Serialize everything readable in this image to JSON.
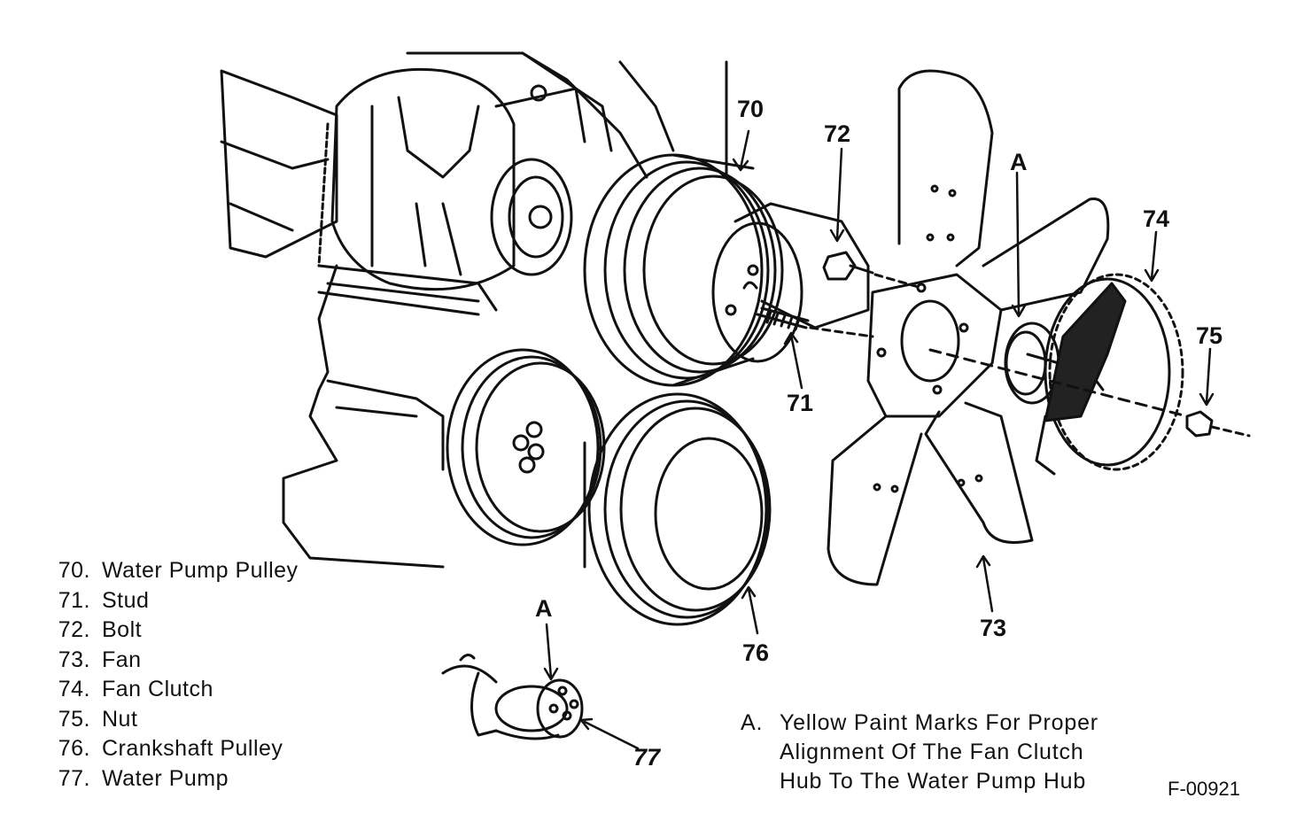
{
  "callouts": {
    "c70": "70",
    "c71": "71",
    "c72": "72",
    "c73": "73",
    "c74": "74",
    "c75": "75",
    "c76": "76",
    "c77": "77",
    "cA_top": "A",
    "cA_inset": "A"
  },
  "legend": [
    {
      "num": "70.",
      "label": "Water Pump Pulley"
    },
    {
      "num": "71.",
      "label": "Stud"
    },
    {
      "num": "72.",
      "label": "Bolt"
    },
    {
      "num": "73.",
      "label": "Fan"
    },
    {
      "num": "74.",
      "label": "Fan Clutch"
    },
    {
      "num": "75.",
      "label": "Nut"
    },
    {
      "num": "76.",
      "label": "Crankshaft Pulley"
    },
    {
      "num": "77.",
      "label": "Water Pump"
    }
  ],
  "note": {
    "letter": "A.",
    "line1": "Yellow Paint Marks For Proper",
    "line2": "Alignment Of The Fan Clutch",
    "line3": "Hub To The Water Pump Hub"
  },
  "figure_id": "F-00921"
}
